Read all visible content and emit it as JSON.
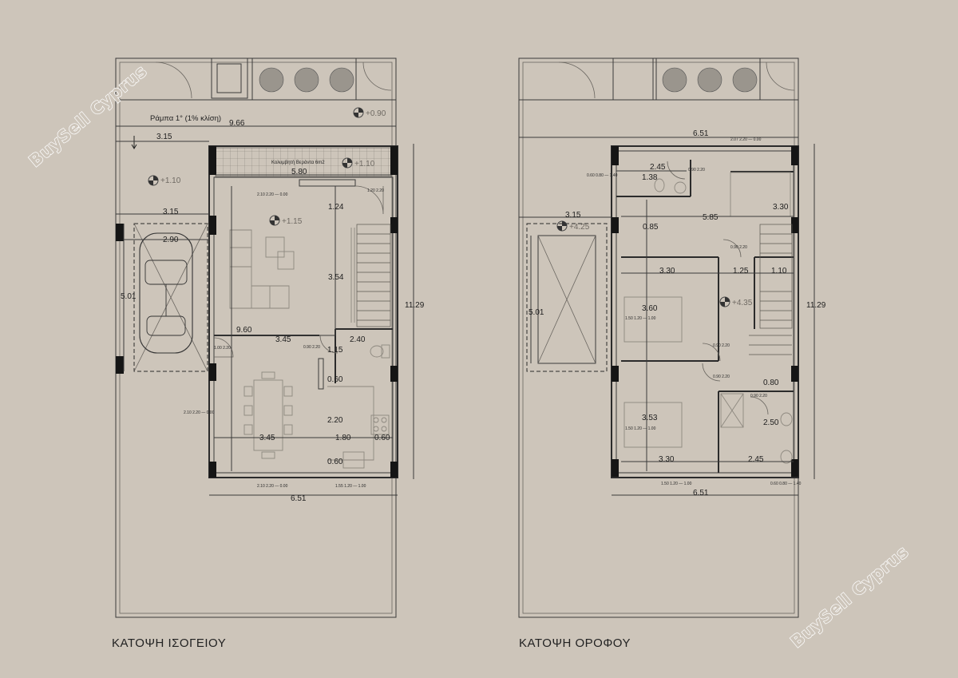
{
  "watermark": {
    "text": "BuySell Cyprus"
  },
  "ground_floor": {
    "title": "ΚΑΤΟΨΗ ΙΣΟΓΕΙΟΥ",
    "ramp_note": "Ράμπα 1° (1% κλίση)",
    "pool_note": "Κολυμβητή Βεράντα 6m2",
    "levels": [
      "+0.90",
      "+1.10",
      "+1.10",
      "+1.15"
    ],
    "dimensions": [
      "9.66",
      "3.15",
      "5.80",
      "3.15",
      "2.90",
      "5.01",
      "1.24",
      "3.54",
      "9.60",
      "3.45",
      "2.40",
      "1.15",
      "0.60",
      "2.20",
      "3.45",
      "1.80",
      "0.60",
      "0.60",
      "6.51",
      "11.29"
    ],
    "opening_labels": [
      "2.10 2.20 — 0.00",
      "1.20 2.20",
      "1.00 2.20",
      "0.90 2.20",
      "2.10 2.20 — 0.00",
      "2.10 2.20 — 0.00",
      "1.55 1.20 — 1.00"
    ]
  },
  "first_floor": {
    "title": "ΚΑΤΟΨΗ ΟΡΟΦΟΥ",
    "levels": [
      "+4.25",
      "+4.35"
    ],
    "dimensions": [
      "6.51",
      "2.45",
      "1.38",
      "5.85",
      "3.30",
      "3.15",
      "0.85",
      "3.30",
      "1.25",
      "1.10",
      "3.60",
      "5.01",
      "0.80",
      "3.53",
      "2.50",
      "3.30",
      "2.45",
      "6.51",
      "11.29"
    ],
    "opening_labels": [
      "2.07 2.20 — 0.00",
      "0.60 0.80 — 1.40",
      "0.90 2.20",
      "0.90 2.20",
      "1.50 1.20 — 1.00",
      "0.90 2.20",
      "0.90 2.20",
      "0.90 2.20",
      "1.50 1.20 — 1.00",
      "1.50 1.20 — 1.00",
      "0.60 0.80 — 1.40"
    ]
  }
}
